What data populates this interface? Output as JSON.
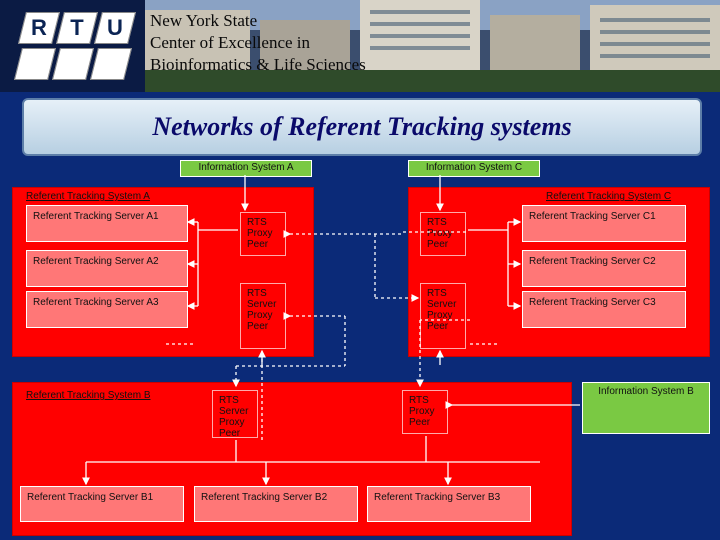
{
  "header": {
    "logo_letters": [
      "R",
      "T",
      "U"
    ],
    "org_lines": [
      "New York State",
      "Center of Excellence in",
      "Bioinformatics & Life Sciences"
    ]
  },
  "slide": {
    "title": "Networks of Referent Tracking systems"
  },
  "diagram": {
    "info_a": "Information System A",
    "info_c": "Information System C",
    "info_b": "Information System B",
    "system_a": {
      "label": "Referent Tracking System A",
      "servers": [
        "Referent Tracking Server A1",
        "Referent Tracking Server A2",
        "Referent Tracking Server A3"
      ],
      "proxy_peer": [
        "RTS",
        "Proxy",
        "Peer"
      ],
      "server_proxy_peer": [
        "RTS",
        "Server",
        "Proxy",
        "Peer"
      ]
    },
    "system_c": {
      "label": "Referent Tracking System C",
      "servers": [
        "Referent Tracking Server C1",
        "Referent Tracking Server C2",
        "Referent Tracking Server C3"
      ],
      "proxy_peer": [
        "RTS",
        "Proxy",
        "Peer"
      ],
      "server_proxy_peer": [
        "RTS",
        "Server",
        "Proxy",
        "Peer"
      ]
    },
    "system_b": {
      "label": "Referent Tracking System B",
      "servers": [
        "Referent Tracking Server B1",
        "Referent Tracking Server B2",
        "Referent Tracking Server B3"
      ],
      "server_proxy_peer": [
        "RTS",
        "Server",
        "Proxy",
        "Peer"
      ],
      "proxy_peer": [
        "RTS",
        "Proxy",
        "Peer"
      ]
    },
    "colors": {
      "system": "#ff0000",
      "server": "#ff7777",
      "info": "#7ac943",
      "background": "#0b2a78"
    }
  }
}
